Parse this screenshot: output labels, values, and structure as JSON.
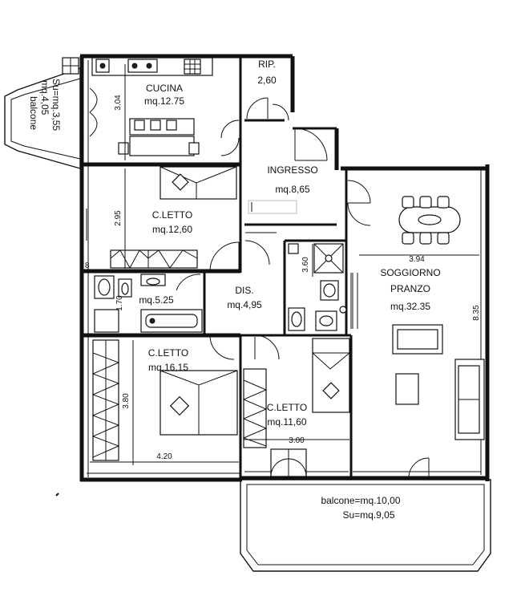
{
  "rooms": {
    "cucina": {
      "name": "CUCINA",
      "area": "mq.12.75"
    },
    "ripostiglio": {
      "name": "RIP.",
      "area": "2,60"
    },
    "ingresso": {
      "name": "INGRESSO",
      "area": "mq.8,65"
    },
    "letto1": {
      "name": "C.LETTO",
      "area": "mq.12,60"
    },
    "bagno": {
      "area": "mq.5.25"
    },
    "disimpegno": {
      "name": "DIS.",
      "area": "mq.4,95"
    },
    "soggiorno": {
      "name1": "SOGGIORNO",
      "name2": "PRANZO",
      "area": "mq.32.35"
    },
    "letto2": {
      "name": "C.LETTO",
      "area": "mq.16,15"
    },
    "letto3": {
      "name": "C.LETTO",
      "area": "mq.11,60"
    }
  },
  "balconies": {
    "left": {
      "line1": "balcone",
      "line2": "mq.4,05",
      "line3": "Su=mq.3,55"
    },
    "bottom": {
      "line1": "balcone=mq.10,00",
      "line2": "Su=mq.9,05"
    }
  },
  "dimensions": {
    "cucina_h": "3.04",
    "letto1_h": "2.95",
    "bagno_h": "1.70",
    "bagno2_h": "3.60",
    "soggiorno_w": "3.94",
    "soggiorno_h": "8.35",
    "letto2_h": "3.80",
    "letto2_w": "4.20",
    "letto3_w": "3.00",
    "marker": "8"
  }
}
